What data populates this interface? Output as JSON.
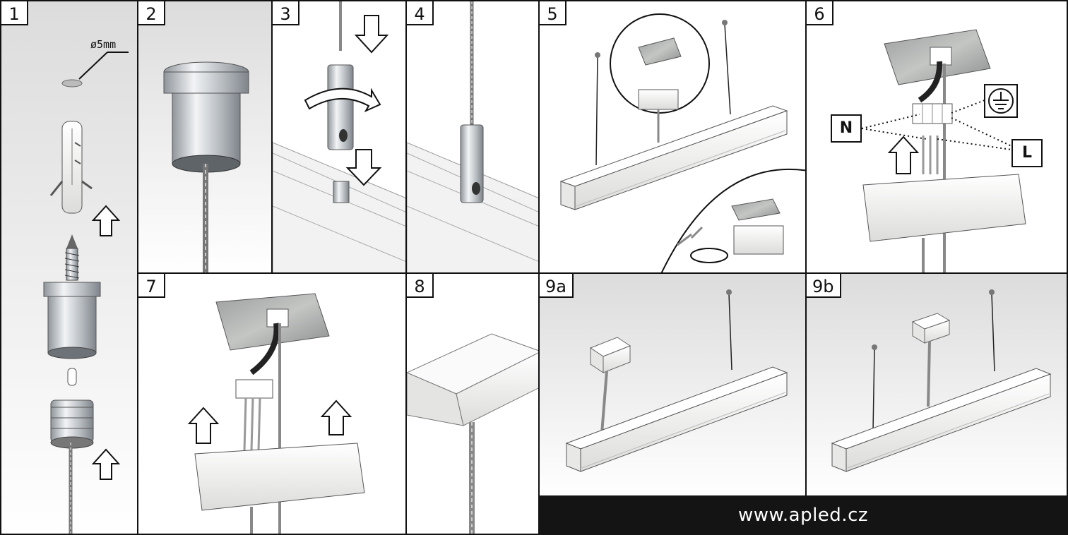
{
  "steps": [
    {
      "label": "1"
    },
    {
      "label": "2"
    },
    {
      "label": "3"
    },
    {
      "label": "4"
    },
    {
      "label": "5"
    },
    {
      "label": "6"
    },
    {
      "label": "7"
    },
    {
      "label": "8"
    },
    {
      "label": "9a"
    },
    {
      "label": "9b"
    }
  ],
  "drill_hole": "ø5mm",
  "wiring": {
    "neutral": "N",
    "line": "L",
    "earth_symbol": "earth-ground-icon"
  },
  "footer": {
    "website": "www.apled.cz",
    "background": "#141414",
    "text_color": "#ffffff"
  },
  "colors": {
    "frame": "#111111",
    "metal": "#c9cdd1",
    "fixture": "#f4f4f2"
  }
}
